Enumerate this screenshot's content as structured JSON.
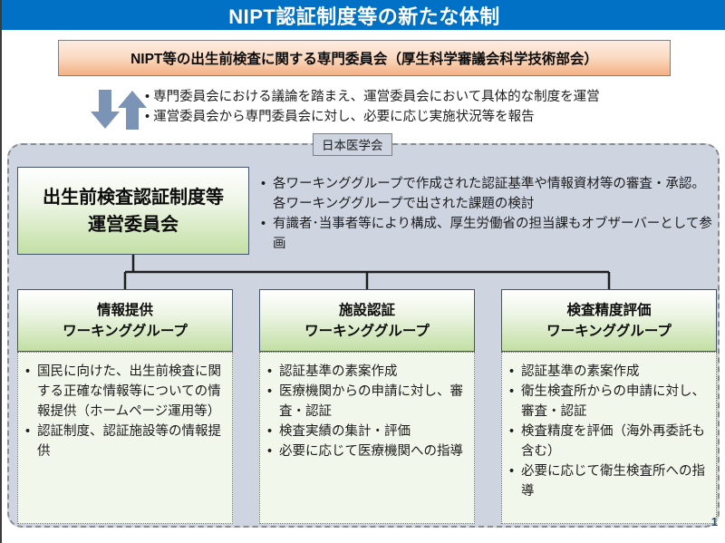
{
  "slide": {
    "title": "NIPT認証制度等の新たな体制",
    "page_number": "1",
    "title_bar_color": "#0071c5",
    "container_fill": "#ced5e0",
    "arrow_color": "#7b93b5",
    "accent_orange": "#f3b183",
    "accent_green": "#c2dfa4"
  },
  "expert_committee": {
    "label": "NIPT等の出生前検査に関する専門委員会（厚生科学審議会科学技術部会）"
  },
  "relation": {
    "arrows": {
      "down_arrow": "down-arrow-icon",
      "up_arrow": "up-arrow-icon"
    },
    "bullets": [
      "専門委員会における議論を踏まえ、運営委員会において具体的な制度を運営",
      "運営委員会から専門委員会に対し、必要に応じ実施状況等を報告"
    ]
  },
  "jma": {
    "label": "日本医学会"
  },
  "steering_committee": {
    "title_lines": [
      "出生前検査認証制度等",
      "運営委員会"
    ],
    "bullets": [
      "各ワーキンググループで作成された認証基準や情報資材等の審査・承認。各ワーキンググループで出された課題の検討",
      "有識者･当事者等により構成、厚生労働省の担当課もオブザーバーとして参画"
    ]
  },
  "working_groups": [
    {
      "title_lines": [
        "情報提供",
        "ワーキンググループ"
      ],
      "bullets": [
        "国民に向けた、出生前検査に関する正確な情報等についての情報提供（ホームページ運用等）",
        "認証制度、認証施設等の情報提供"
      ]
    },
    {
      "title_lines": [
        "施設認証",
        "ワーキンググループ"
      ],
      "bullets": [
        "認証基準の素案作成",
        "医療機関からの申請に対し、審査・認証",
        "検査実績の集計・評価",
        "必要に応じて医療機関への指導"
      ]
    },
    {
      "title_lines": [
        "検査精度評価",
        "ワーキンググループ"
      ],
      "bullets": [
        "認証基準の素案作成",
        "衛生検査所からの申請に対し、審査・認証",
        "検査精度を評価（海外再委託も含む）",
        "必要に応じて衛生検査所への指導"
      ]
    }
  ]
}
